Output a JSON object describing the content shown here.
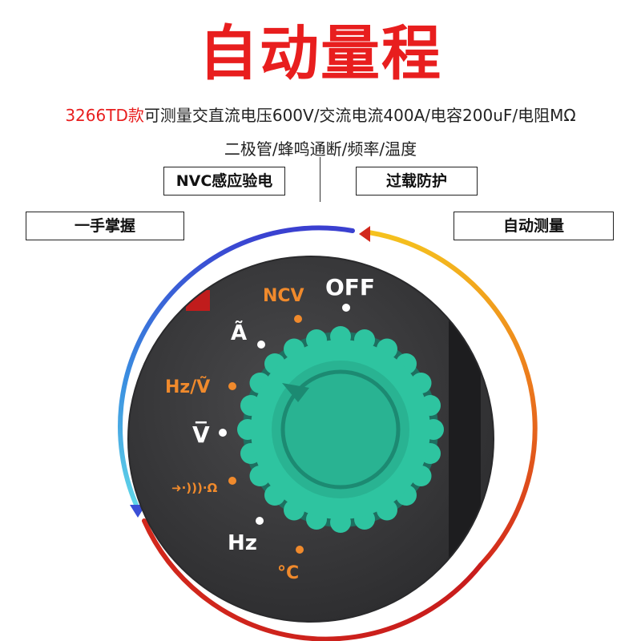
{
  "headline": "自动量程",
  "spec": {
    "model": "3266TD款",
    "line1": "可测量交直流电压600V/交流电流400A/电容200uF/电阻MΩ",
    "line2": "二极管/蜂鸣通断/频率/温度"
  },
  "features": {
    "nvc": "NVC感应验电",
    "overload": "过载防护",
    "one_hand": "一手掌握",
    "auto_measure": "自动测量"
  },
  "dial": {
    "labels": {
      "off": "OFF",
      "ncv": "NCV",
      "ac_current": "Ã",
      "hz_ac_voltage": "Hz/Ṽ",
      "dc_voltage": "V̅",
      "diode_buzzer_ohm": "➜·)))·Ω",
      "hz": "Hz",
      "temperature": "°C"
    }
  },
  "colors": {
    "headline": "#e81e1e",
    "knob": "#2ec4a0",
    "panel": "#3a3a3c",
    "orange": "#f08a2c",
    "arc_blue": "#3a4fd6",
    "arc_red": "#d62a1c",
    "arc_yellow": "#f2b51c"
  }
}
